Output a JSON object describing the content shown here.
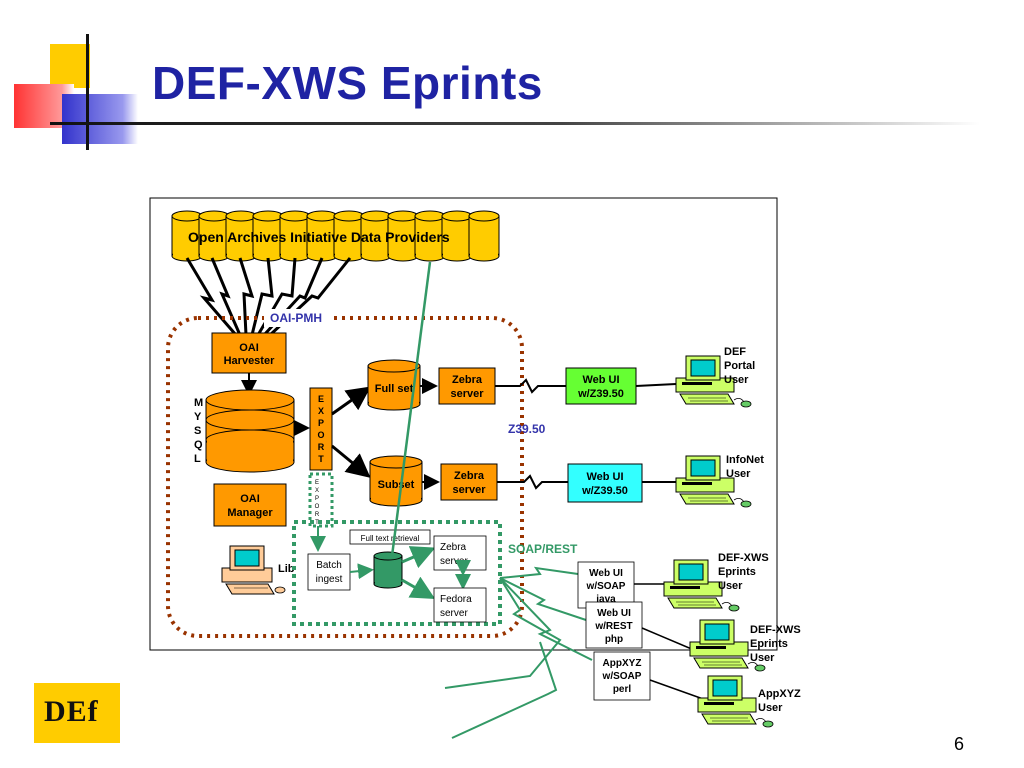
{
  "slide": {
    "title": "DEF-XWS Eprints",
    "page_number": "6",
    "logo_text": "DEf"
  },
  "diagram": {
    "providers_label": "Open Archives Initiative Data Providers",
    "provider_count": 12,
    "oai_pmh_label": "OAI-PMH",
    "harvester": [
      "OAI",
      "Harvester"
    ],
    "mysql_letters": [
      "M",
      "Y",
      "S",
      "Q",
      "L"
    ],
    "export_big": [
      "E",
      "X",
      "P",
      "O",
      "R",
      "T"
    ],
    "export_small": [
      "E",
      "X",
      "P",
      "O",
      "R",
      "T"
    ],
    "manager": [
      "OAI",
      "Manager"
    ],
    "lib_label": "Lib",
    "full_set": "Full set",
    "subset": "Subset",
    "zebra1": [
      "Zebra",
      "server"
    ],
    "zebra2": [
      "Zebra",
      "server"
    ],
    "webui1": [
      "Web UI",
      "w/Z39.50"
    ],
    "webui2": [
      "Web UI",
      "w/Z39.50"
    ],
    "z3950_label": "Z39.50",
    "soap_rest_label": "SOAP/REST",
    "full_text_retrieval": "Full text retrieval",
    "batch_ingest": [
      "Batch",
      "ingest"
    ],
    "zebra3": [
      "Zebra",
      "server"
    ],
    "fedora": [
      "Fedora",
      "server"
    ],
    "webui_soap": [
      "Web UI",
      "w/SOAP",
      "java"
    ],
    "webui_rest": [
      "Web UI",
      "w/REST",
      "php"
    ],
    "appxyz_soap": [
      "AppXYZ",
      "w/SOAP",
      "perl"
    ],
    "users": [
      [
        "DEF",
        "Portal",
        "User"
      ],
      [
        "InfoNet",
        "User"
      ],
      [
        "DEF-XWS",
        "Eprints",
        "User"
      ],
      [
        "DEF-XWS",
        "Eprints",
        "User"
      ],
      [
        "AppXYZ",
        "User"
      ]
    ],
    "colors": {
      "orange": "#ff9900",
      "green_box": "#66ff33",
      "cyan_box": "#33ffff",
      "provider_yellow": "#ffcc00",
      "title_blue": "#1f23a3",
      "dotted_brown": "#993300",
      "dotted_green": "#339966"
    }
  }
}
